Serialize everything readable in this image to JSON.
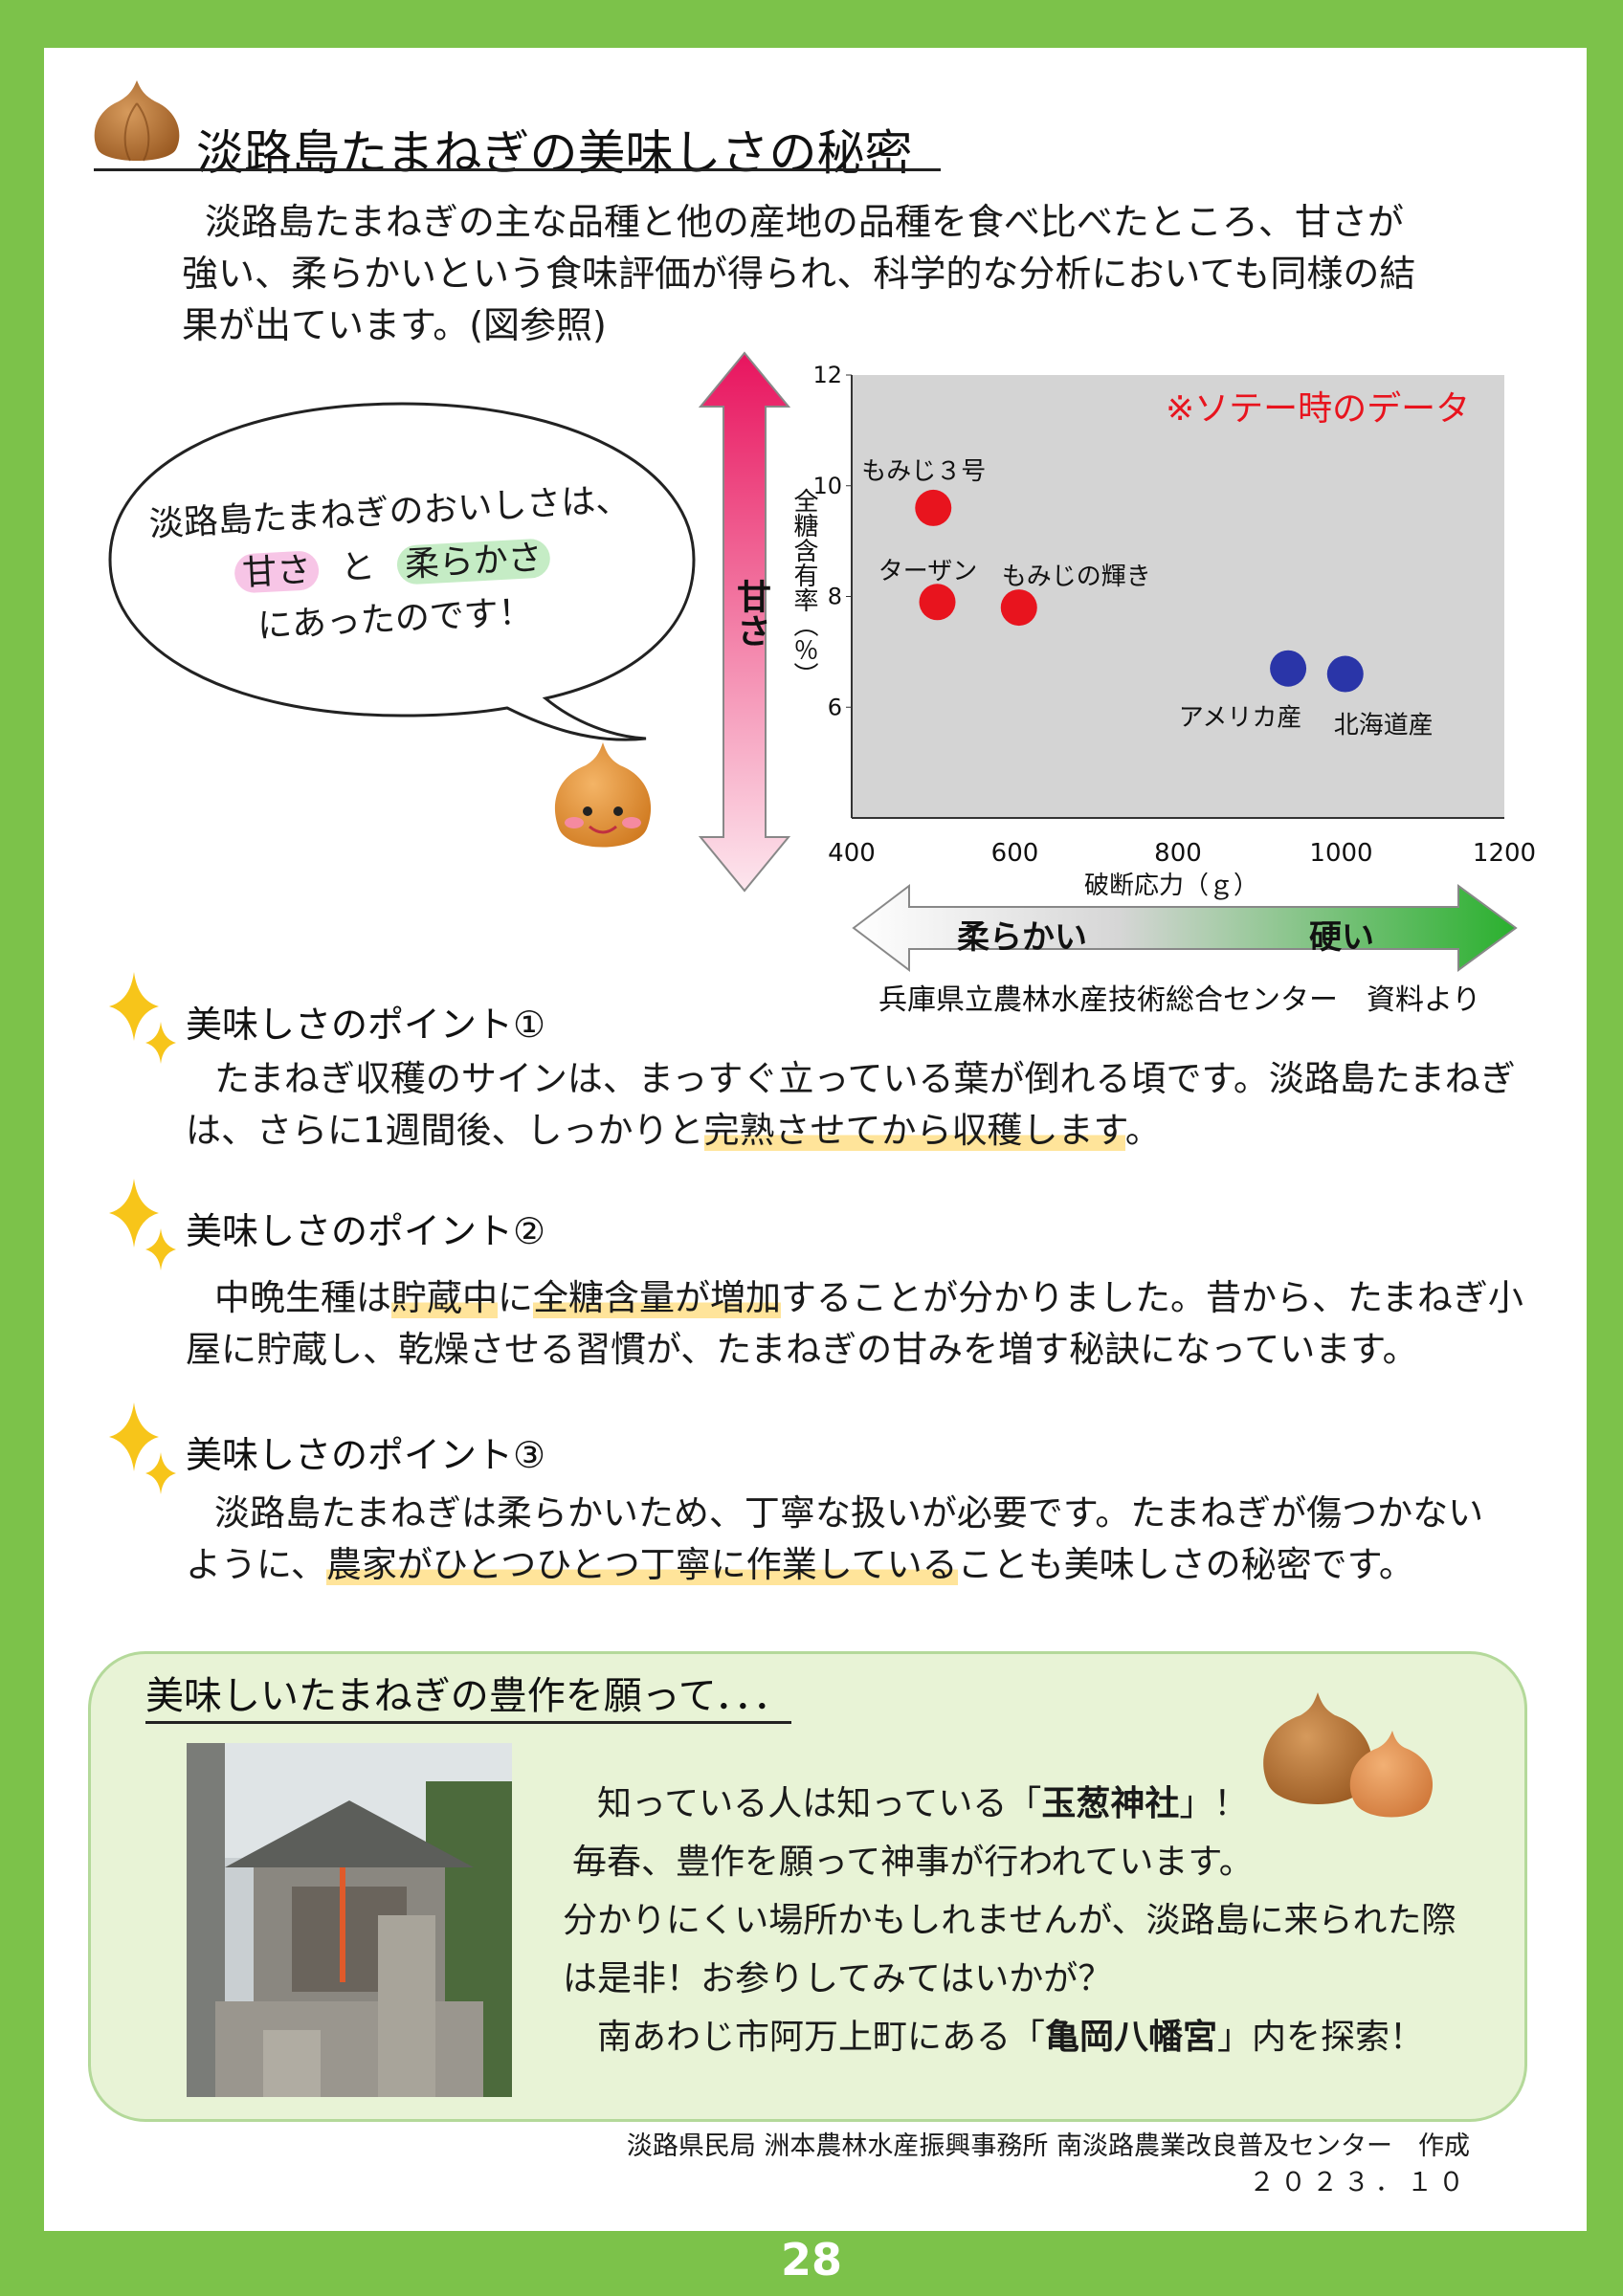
{
  "header": {
    "title": "淡路島たまねぎの美味しさの秘密"
  },
  "intro": {
    "lines": [
      "淡路島たまねぎの主な品種と他の産地の品種を食べ比べたところ、甘さが",
      "強い、柔らかいという食味評価が得られ、科学的な分析においても同様の結",
      "果が出ています。(図参照)"
    ]
  },
  "bubble": {
    "line1": "淡路島たまねぎのおいしさは、",
    "sweet": "甘さ",
    "and": "と",
    "soft": "柔らかさ",
    "line3": "にあったのです！"
  },
  "chart_data": {
    "type": "scatter",
    "note": "※ソテー時のデータ",
    "xlabel": "破断応力（ｇ）",
    "ylabel": "全糖含有率（％）",
    "xlim": [
      400,
      1200
    ],
    "ylim": [
      4,
      12
    ],
    "xticks": [
      "400",
      "600",
      "800",
      "1000",
      "1200"
    ],
    "yticks": [
      "6",
      "8",
      "10",
      "12"
    ],
    "points": [
      {
        "label": "もみじ３号",
        "x": 500,
        "y": 9.6,
        "group": "awaji"
      },
      {
        "label": "ターザン",
        "x": 505,
        "y": 7.9,
        "group": "awaji"
      },
      {
        "label": "もみじの輝き",
        "x": 605,
        "y": 7.8,
        "group": "awaji"
      },
      {
        "label": "アメリカ産",
        "x": 935,
        "y": 6.7,
        "group": "other"
      },
      {
        "label": "北海道産",
        "x": 1005,
        "y": 6.6,
        "group": "other"
      }
    ],
    "y_arrow_label": "甘さ",
    "x_arrow_left": "柔らかい",
    "x_arrow_right": "硬い",
    "source": "兵庫県立農林水産技術総合センター　資料より",
    "colors": {
      "awaji": "#e8141e",
      "other": "#2a35a8",
      "plot_bg": "#d4d4d4"
    }
  },
  "points": [
    {
      "heading": "美味しさのポイント①",
      "pre": "たまねぎ収穫のサインは、まっすぐ立っている葉が倒れる頃です。淡路島たまねぎ",
      "line2a": "は、さらに1週間後、しっかりと",
      "line2hl": "完熟させてから収穫します",
      "line2b": "。"
    },
    {
      "heading": "美味しさのポイント②",
      "a": "中晩生種は",
      "hl1": "貯蔵中",
      "b": "に",
      "hl2": "全糖含量が増加",
      "c": "することが分かりました。昔から、たまねぎ小",
      "line2": "屋に貯蔵し、乾燥させる習慣が、たまねぎの甘みを増す秘訣になっています。"
    },
    {
      "heading": "美味しさのポイント③",
      "line1": "淡路島たまねぎは柔らかいため、丁寧な扱いが必要です。たまねぎが傷つかない",
      "line2a": "ように、",
      "line2hl": "農家がひとつひとつ丁寧に作業している",
      "line2b": "ことも美味しさの秘密です。"
    }
  ],
  "box": {
    "title": "美味しいたまねぎの豊作を願って．．．",
    "l1a": "知っている人は知っている「",
    "l1b": "玉葱神社",
    "l1c": "」！",
    "l2": "毎春、豊作を願って神事が行われています。",
    "l3": "分かりにくい場所かもしれませんが、淡路島に来られた際",
    "l4": "は是非！お参りしてみてはいかが？",
    "l5a": "南あわじ市阿万上町にある「",
    "l5b": "亀岡八幡宮",
    "l5c": "」内を探索！"
  },
  "footer": {
    "credit": "淡路県民局 洲本農林水産振興事務所 南淡路農業改良普及センター　作成",
    "date": "２０２３．１０"
  },
  "page_number": "28"
}
